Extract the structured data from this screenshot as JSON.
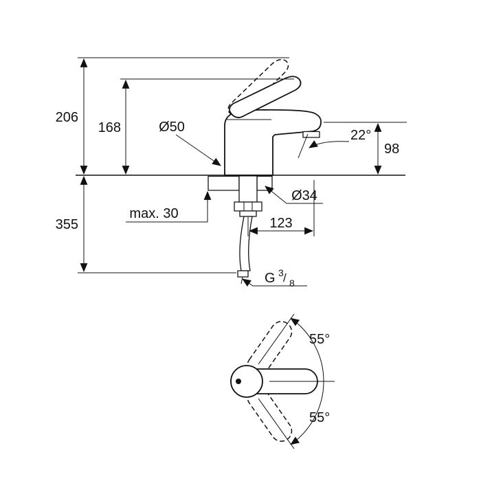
{
  "drawing": {
    "type": "technical-dimension-drawing",
    "front_view": {
      "overall_height": "206",
      "handle_height": "168",
      "body_diameter": "Ø50",
      "spray_angle": "22°",
      "spout_height": "98",
      "below_counter_length": "355",
      "counter_thickness": "max. 30",
      "hole_diameter": "Ø34",
      "spout_reach": "123",
      "thread": {
        "g": "G",
        "numerator": "3",
        "slash": "/",
        "denominator": "8"
      }
    },
    "top_view": {
      "swivel_up": "55°",
      "swivel_down": "55°"
    },
    "line_color": "#111111",
    "background_color": "#ffffff"
  }
}
